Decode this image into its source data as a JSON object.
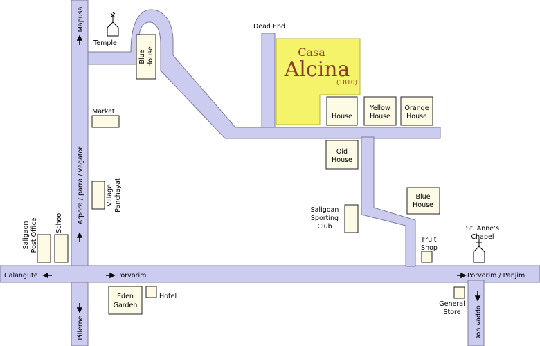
{
  "colors": {
    "road": "#ccccf1",
    "road_edge": "#7a7a9a",
    "building": "#fdfbe6",
    "estate": "#f5f36a",
    "estate_text": "#8b3a2a",
    "background": "#ffffff"
  },
  "estate": {
    "line1": "Casa",
    "line2": "Alcina",
    "year": "(1810)"
  },
  "labels": {
    "dead_end": "Dead End",
    "temple": "Temple",
    "market": "Market",
    "village_panchayat_1": "Village",
    "village_panchayat_2": "Panchayat",
    "blue_house_top_1": "Blue",
    "blue_house_top_2": "House",
    "house": "House",
    "yellow_house_1": "Yellow",
    "yellow_house_2": "House",
    "orange_house_1": "Orange",
    "orange_house_2": "House",
    "old_house_1": "Old",
    "old_house_2": "House",
    "blue_house_right_1": "Blue",
    "blue_house_right_2": "House",
    "sporting_club_1": "Saligoan",
    "sporting_club_2": "Sporting",
    "sporting_club_3": "Club",
    "fruit_shop_1": "Fruit",
    "fruit_shop_2": "Shop",
    "chapel_1": "St. Anne’s",
    "chapel_2": "Chapel",
    "post_office_1": "Saligaon",
    "post_office_2": "Post Office",
    "school": "School",
    "eden_garden_1": "Eden",
    "eden_garden_2": "Garden",
    "hotel": "Hotel",
    "general_store_1": "General",
    "general_store_2": "Store"
  },
  "directions": {
    "mapusa": "Mapusa",
    "arpora": "Arpora / parra / vagator",
    "calangute": "Calangute",
    "porvorim": "Porvorim",
    "porvorim_panjim": "Porvorim / Panjim",
    "pillerne": "Pillerne",
    "don_vaddo": "Don Vaddo"
  },
  "icons": {
    "temple": "temple-icon",
    "chapel": "chapel-icon",
    "arrow": "arrow-icon"
  }
}
